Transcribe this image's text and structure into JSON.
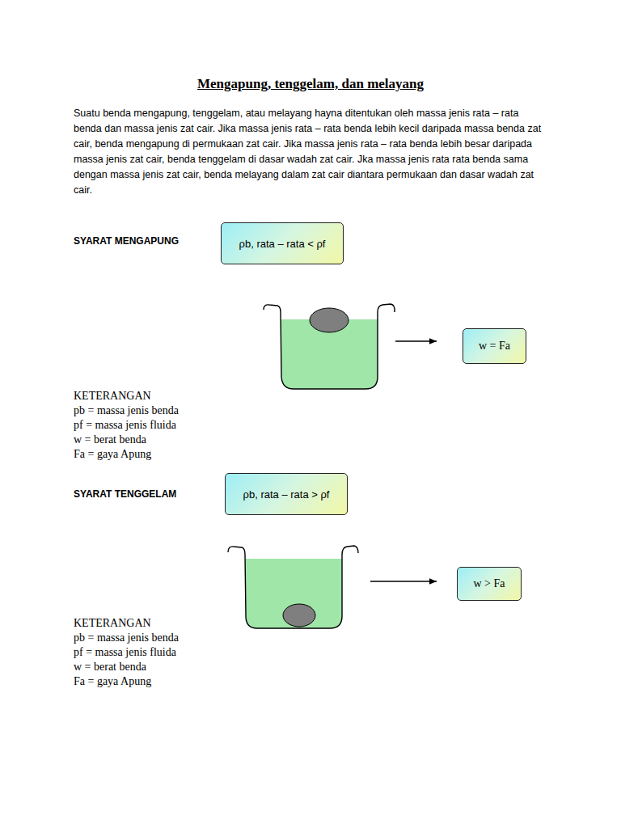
{
  "diagram": {
    "title": "Mengapung, tenggelam, dan melayang",
    "nodes": [
      {
        "text": [
          "ρb, rata – rata < ρf"
        ]
      },
      {
        "text": [
          "w = Fa"
        ]
      },
      {
        "text": [
          "ρb, rata – rata > ρf"
        ]
      },
      {
        "text": [
          "w > Fa"
        ]
      }
    ],
    "labels": [
      "Suatu benda mengapung, tenggelam, atau melayang hayna ditentukan oleh massa jenis rata – rata benda dan massa jenis zat cair. Jika massa jenis rata – rata benda lebih kecil daripada massa benda zat cair, benda mengapung di permukaan zat cair. Jika massa jenis rata – rata benda lebih besar daripada massa jenis zat cair, benda tenggelam di dasar wadah zat cair. Jka massa jenis rata rata benda sama dengan massa jenis zat cair, benda melayang dalam zat cair diantara permukaan dan dasar wadah zat cair.",
      "SYARAT MENGAPUNG",
      "KETERANGAN",
      "pb = massa jenis benda",
      "pf = massa jenis fluida",
      "w = berat benda",
      "Fa = gaya Apung",
      "SYARAT TENGGELAM",
      "KETERANGAN",
      "pb = massa jenis benda",
      "pf = massa jenis fluida",
      "w = berat benda",
      "Fa = gaya Apung"
    ]
  }
}
